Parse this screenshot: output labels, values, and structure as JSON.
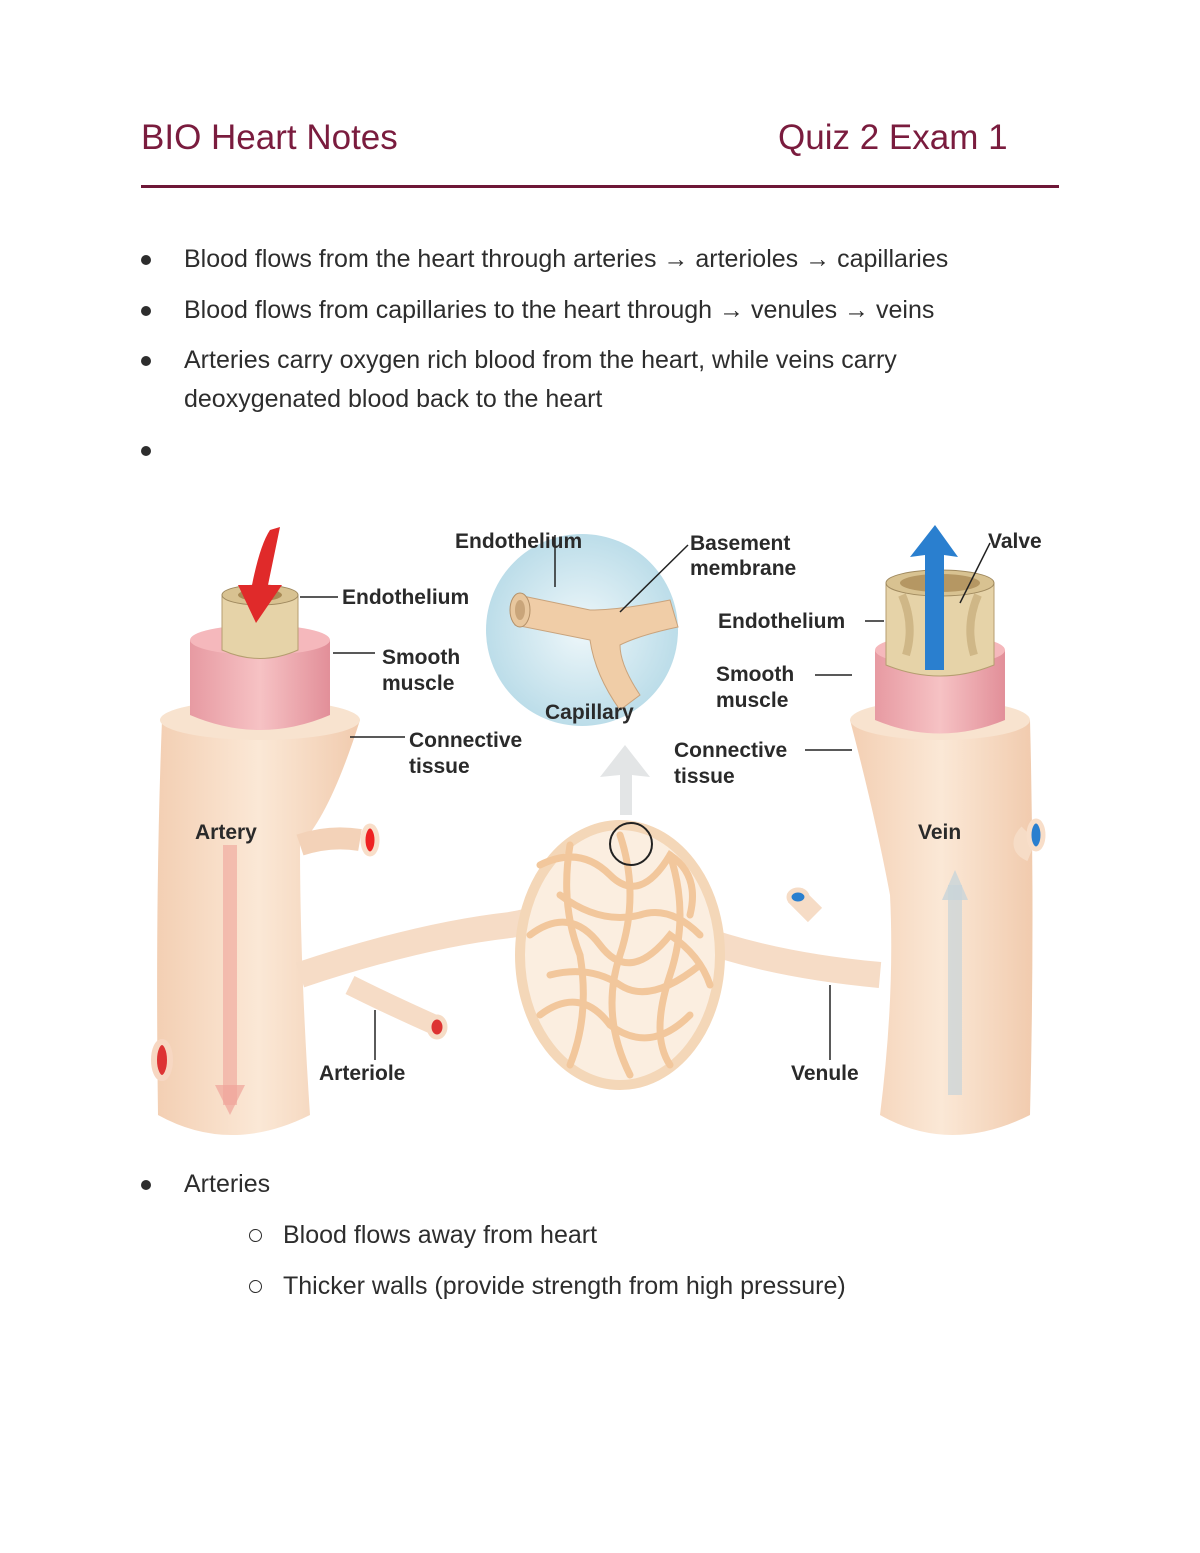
{
  "header": {
    "title": "BIO Heart Notes",
    "subtitle": "Quiz 2 Exam 1",
    "accent_color": "#7a1c3e"
  },
  "bullets": [
    "Blood flows from the heart through arteries → arterioles → capillaries",
    "Blood flows from capillaries to the heart through → venules → veins",
    "Arteries carry oxygen rich blood from the heart, while veins carry deoxygenated blood back to the heart",
    ""
  ],
  "diagram": {
    "labels": {
      "endothelium_artery": "Endothelium",
      "smooth_muscle_artery_1": "Smooth",
      "smooth_muscle_artery_2": "muscle",
      "connective_artery_1": "Connective",
      "connective_artery_2": "tissue",
      "artery": "Artery",
      "arteriole": "Arteriole",
      "endothelium_capillary": "Endothelium",
      "basement_1": "Basement",
      "basement_2": "membrane",
      "capillary": "Capillary",
      "valve": "Valve",
      "endothelium_vein": "Endothelium",
      "smooth_muscle_vein_1": "Smooth",
      "smooth_muscle_vein_2": "muscle",
      "connective_vein_1": "Connective",
      "connective_vein_2": "tissue",
      "vein": "Vein",
      "venule": "Venule"
    },
    "colors": {
      "vessel": "#f8dcc4",
      "muscle": "#f0a7ad",
      "arterial_flow": "#e02a2a",
      "venous_flow": "#2a7fcf",
      "capillary_bg": "#d7ecf3"
    }
  },
  "lower": {
    "heading": "Arteries",
    "items": [
      "Blood flows away from heart",
      "Thicker walls (provide strength from high pressure)"
    ]
  }
}
